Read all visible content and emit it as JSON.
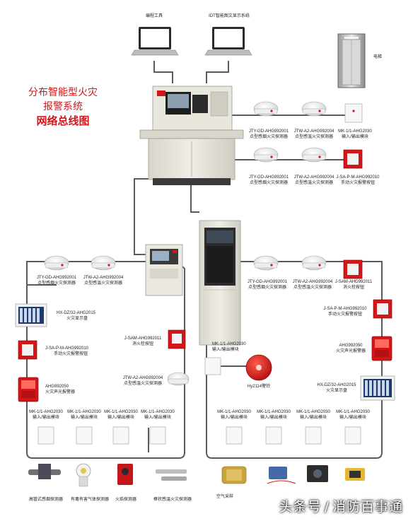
{
  "title": {
    "line1": "分布智能型火灾",
    "line2": "报警系统",
    "line3": "网络总线图"
  },
  "top": {
    "laptop_left": "编程工具",
    "laptop_right": "IDT智能图文显示系统",
    "elevator": "电梯"
  },
  "row_a": {
    "d1": {
      "model": "JTY-GD-AHG992001",
      "name": "点型感烟火灾探测器"
    },
    "d2": {
      "model": "JTW-A2-AHG992004",
      "name": "点型感温火灾探测器"
    },
    "d3": {
      "model": "MK-1/1-AHG2030",
      "name": "输入/输出模块"
    }
  },
  "row_b": {
    "d1": {
      "model": "JTY-GD-AHG992001",
      "name": "点型感烟火灾探测器"
    },
    "d2": {
      "model": "JTW-A2-AHG992004",
      "name": "点型感温火灾探测器"
    },
    "d3": {
      "model": "J-SA-P-M-AHG992010",
      "name": "手动火灾报警按钮"
    }
  },
  "left_loop": {
    "d1": {
      "model": "JTY-GD-AHG992001",
      "name": "点型感烟火灾探测器"
    },
    "d2": {
      "model": "JTW-A2-AHG992004",
      "name": "点型感温火灾探测器"
    },
    "panel": {
      "model": "HX-DZ/32-AHG2015",
      "name": "火灾显示盘"
    },
    "button": {
      "model": "J-SA-P-M-AHG992010",
      "name": "手动火灾报警按钮"
    },
    "alarm": {
      "model": "AHG992050",
      "name": "火灾声光报警器"
    },
    "hydrant": {
      "model": "J-SAM-AHG992011",
      "name": "消火栓按钮"
    },
    "heat": {
      "model": "JTW-A2-AHG992004",
      "name": "点型感温火灾探测器"
    },
    "modules": [
      {
        "model": "MK-1/1-AHG2030",
        "name": "输入/输出模块"
      },
      {
        "model": "MK-1/1-AHG2030",
        "name": "输入/输出模块"
      },
      {
        "model": "MK-1/1-AHG2030",
        "name": "输入/输出模块"
      },
      {
        "model": "MK-1/1-AHG2030",
        "name": "输入/输出模块"
      }
    ],
    "bottom": [
      "高管式感烟探测器",
      "有毒有害气体探测器",
      "火焰探测器",
      "棒状感温火灾探测器"
    ]
  },
  "right_loop": {
    "d1": {
      "model": "JTY-GD-AHG992001",
      "name": "点型感烟火灾探测器"
    },
    "d2": {
      "model": "JTW-A2-AHG992004",
      "name": "点型感温火灾探测器"
    },
    "hydrant": {
      "model": "J-SAM-AHG992011",
      "name": "消火栓按钮"
    },
    "button": {
      "model": "J-SA-P-M-AHG992010",
      "name": "手动火灾报警按钮"
    },
    "alarm": {
      "model": "AHG992050",
      "name": "火灾声光报警器"
    },
    "panel": {
      "model": "HX-DZ/32-AHG2015",
      "name": "火灾显示盘"
    },
    "center_module": {
      "model": "MK-1/1-AHG2030",
      "name": "输入/输出模块"
    },
    "bell": {
      "model": "Hy2114警铃"
    },
    "modules": [
      {
        "model": "MK-1/1-AHG2030",
        "name": "输入/输出模块"
      },
      {
        "model": "MK-1/1-AHG2030",
        "name": "输入/输出模块"
      },
      {
        "model": "MK-1/1-AHG2030",
        "name": "输入/输出模块"
      },
      {
        "model": "MK-1/1-AHG2030",
        "name": "输入/输出模块"
      }
    ],
    "bottom": [
      "空气采样"
    ]
  },
  "watermark": {
    "brand": "头条号",
    "author": "消防百事通"
  },
  "colors": {
    "line": "#555555",
    "red": "#d4161b",
    "cabinet": "#e9e6dc"
  }
}
